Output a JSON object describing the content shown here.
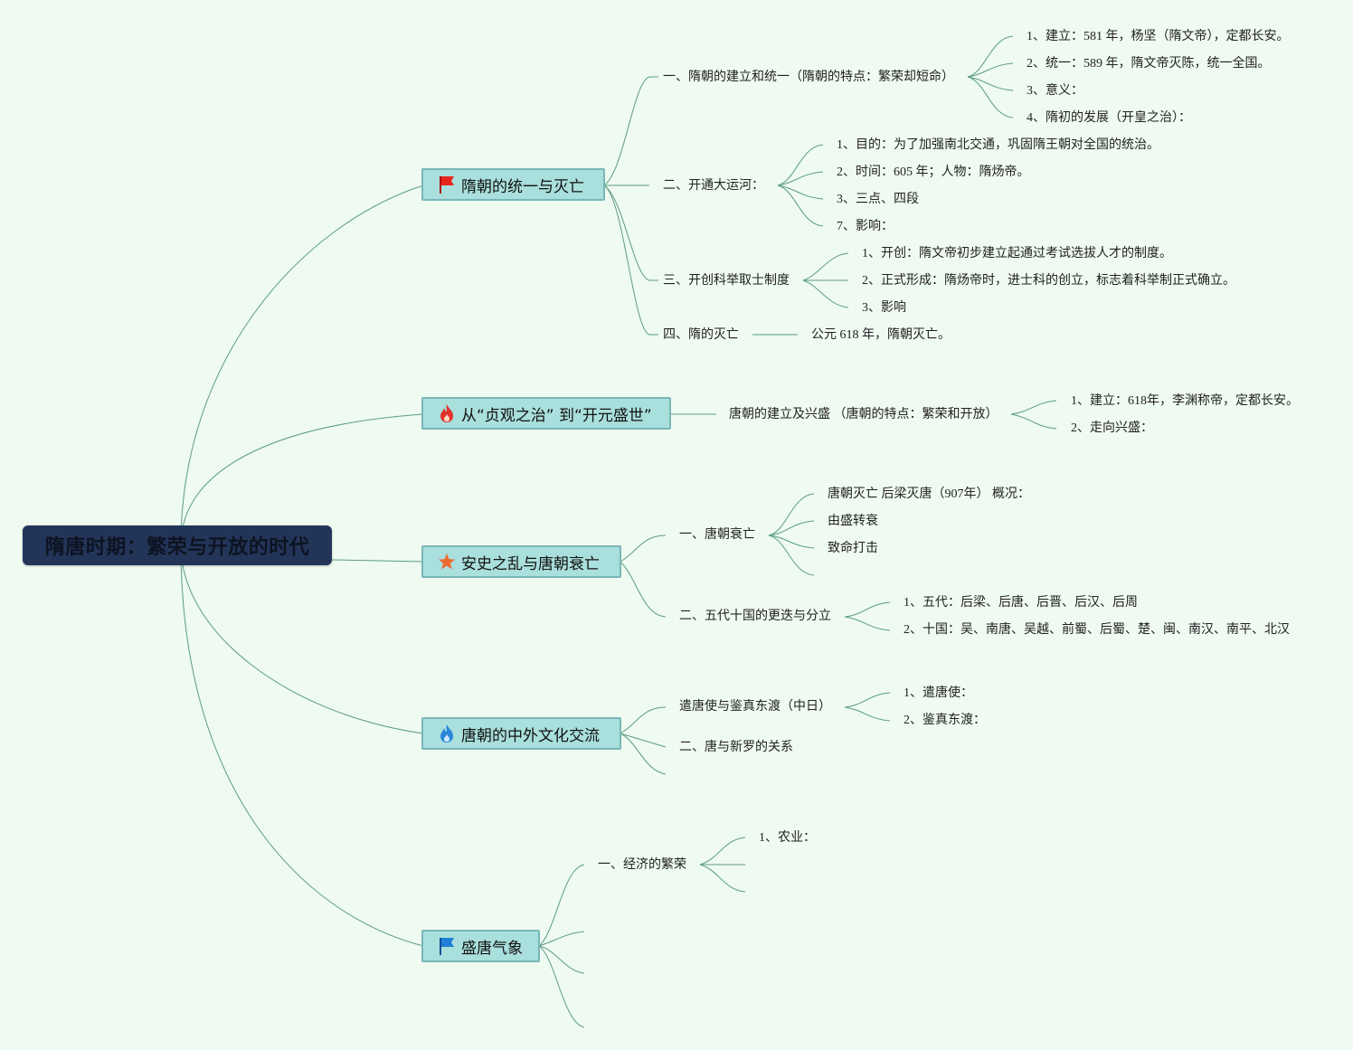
{
  "root": {
    "title": "隋唐时期：繁荣与开放的时代"
  },
  "topics": [
    {
      "label": "隋朝的统一与灭亡",
      "icon": "red-flag-icon"
    },
    {
      "label": "从“贞观之治” 到“开元盛世”",
      "icon": "red-fire-icon"
    },
    {
      "label": "安史之乱与唐朝衰亡",
      "icon": "orange-star-icon"
    },
    {
      "label": "唐朝的中外文化交流",
      "icon": "blue-fire-icon"
    },
    {
      "label": "盛唐气象",
      "icon": "blue-flag-icon"
    }
  ],
  "sui": {
    "s1": {
      "label": "一、隋朝的建立和统一（隋朝的特点：繁荣却短命）",
      "items": [
        "1、建立：581 年，杨坚（隋文帝），定都长安。",
        "2、统一：589 年，隋文帝灭陈，统一全国。",
        "3、意义：",
        "4、隋初的发展（开皇之治）："
      ]
    },
    "s2": {
      "label": "二、开通大运河：",
      "items": [
        "1、目的：为了加强南北交通，巩固隋王朝对全国的统治。",
        "2、时间：605 年；人物：隋炀帝。",
        "3、三点、四段",
        "7、影响："
      ]
    },
    "s3": {
      "label": "三、开创科举取士制度",
      "items": [
        "1、开创：隋文帝初步建立起通过考试选拔人才的制度。",
        "2、正式形成：隋炀帝时，进士科的创立，标志着科举制正式确立。",
        "3、影响"
      ]
    },
    "s4": {
      "label": "四、隋的灭亡",
      "items": [
        "公元 618 年，隋朝灭亡。"
      ]
    }
  },
  "tang": {
    "s1": {
      "label": "唐朝的建立及兴盛 （唐朝的特点：繁荣和开放）",
      "items": [
        "1、建立：618年，李渊称帝，定都长安。",
        "2、走向兴盛："
      ]
    }
  },
  "anshi": {
    "s1": {
      "label": "一、唐朝衰亡",
      "items": [
        "唐朝灭亡 后梁灭唐（907年） 概况：",
        "由盛转衰",
        "致命打击"
      ]
    },
    "s2": {
      "label": "二、五代十国的更迭与分立",
      "items": [
        "1、五代：后梁、后唐、后晋、后汉、后周",
        "2、十国：吴、南唐、吴越、前蜀、后蜀、楚、闽、南汉、南平、北汉"
      ]
    }
  },
  "culture": {
    "s1": {
      "label": "遣唐使与鉴真东渡（中日）",
      "items": [
        "1、遣唐使：",
        "2、鉴真东渡："
      ]
    },
    "s2": {
      "label": "二、唐与新罗的关系"
    }
  },
  "shengtang": {
    "s1": {
      "label": "一、经济的繁荣",
      "items": [
        "1、农业："
      ]
    }
  },
  "colors": {
    "background": "#effaf1",
    "root": "#223559",
    "topic_fill": "#a9dfdc",
    "topic_border": "#79b6b8",
    "line": "#5c9c86"
  }
}
